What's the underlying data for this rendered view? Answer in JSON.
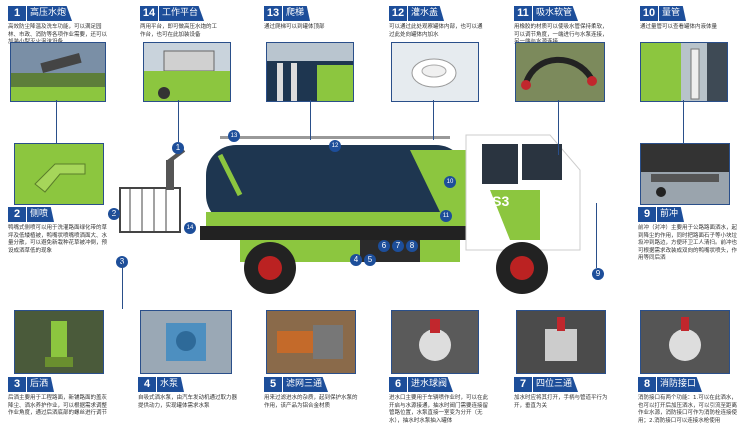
{
  "cards": [
    {
      "num": "1",
      "title": "高压水炮",
      "desc": "高效防尘降温及洗车功能，可以满足园林、市政、消防等各项作业需要，还可以加装小型灭火泡沫设备"
    },
    {
      "num": "14",
      "title": "工作平台",
      "desc": "两用平台，即可做高压水炮的工作台，也可在此加装设备"
    },
    {
      "num": "13",
      "title": "爬梯",
      "desc": "通过爬梯可以到罐体顶部"
    },
    {
      "num": "12",
      "title": "灌水盖",
      "desc": "可以通过此处观察罐体内部，也可以通过此处向罐体内加水"
    },
    {
      "num": "11",
      "title": "吸水软管",
      "desc": "用橡胶的材质可以使吸水管保持柔软，可以调节角度，一端进行与水泵连接，另一端与水源连接"
    },
    {
      "num": "10",
      "title": "量管",
      "desc": "通过量管可以查看罐体内液体量"
    },
    {
      "num": "2",
      "title": "侧喷",
      "desc": "鸭嘴式侧喷可以用于洗灌路面绿化带的草坪及低矮植被，鸭嘴状喷嘴喷洒面大、水量分散，可以避免新栽种花草被冲倒，预设成洒草低的现象"
    },
    {
      "num": "9",
      "title": "前冲",
      "desc": "前冲（对冲）主要用于公路路面洒水，起到降尘的作用，同时把路面石子等小块垃圾冲到路边，方便环卫工人清扫。前冲也可根据需求改装成双向的鸭嘴状喷头，作用等同后洒"
    },
    {
      "num": "3",
      "title": "后洒",
      "desc": "后洒主要用于工程路面，新铺路面的盖灰降尘、洒水养护作业，可以根据需求调整作业角度，通过后洒底部的螺丝进行调节"
    },
    {
      "num": "4",
      "title": "水泵",
      "desc": "自吸式洒水泵，由汽车发动机通过取力器提供动力，实现罐体需求水泵"
    },
    {
      "num": "5",
      "title": "滤网三通",
      "desc": "用来过滤进水的杂质，起到保护水泵的作用，该产品为铝合金材质"
    },
    {
      "num": "6",
      "title": "进水球阀",
      "desc": "进水口主要用于车辆喷作业时，可以在此开启与水源接通，抽水时阀门需要连接留管路位置，水泵直接一室变为分开（无水），抽水时水泵抽入罐体"
    },
    {
      "num": "7",
      "title": "四位三通",
      "desc": "加水时应将其打开，手柄与管道平行为开，垂直为关"
    },
    {
      "num": "8",
      "title": "消防接口",
      "desc": "消防接口有两个功能：1.可以在此洒水，也可以打开后加压洒水，可以引流至距离作业水源，消防接口可作为消防栓连接使用；2.消防接口可以连接水枪使用"
    }
  ],
  "truck": {
    "door_text": "CS3"
  },
  "colors": {
    "brand_blue": "#1d4e9a",
    "truck_green": "#8cc63f",
    "tank_navy": "#1e3650"
  }
}
